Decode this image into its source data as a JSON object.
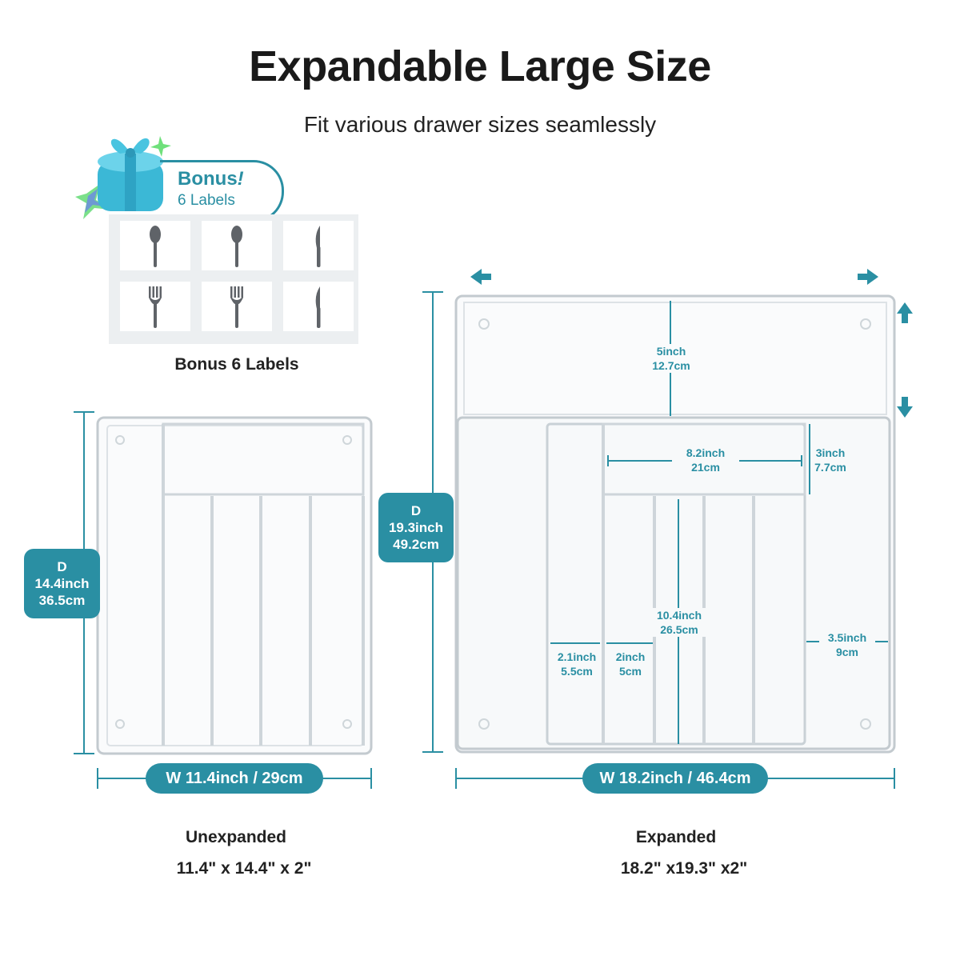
{
  "header": {
    "title": "Expandable Large Size",
    "subtitle": "Fit various drawer sizes seamlessly"
  },
  "bonus": {
    "badge_title": "Bonus",
    "badge_exclaim": "!",
    "badge_sub": "6  Labels",
    "caption": "Bonus 6 Labels",
    "labels": [
      "spoon-icon",
      "spoon-icon",
      "knife-icon",
      "fork-icon",
      "fork-icon",
      "knife-icon"
    ]
  },
  "unexpanded": {
    "depth_label": "D\n14.4inch\n36.5cm",
    "width_label": "W 11.4inch / 29cm",
    "caption": "Unexpanded",
    "dims": "11.4\" x 14.4\" x 2\""
  },
  "expanded": {
    "depth_label": "D\n19.3inch\n49.2cm",
    "width_label": "W 18.2inch / 46.4cm",
    "caption": "Expanded",
    "dims": "18.2\" x19.3\" x2\"",
    "m_5inch": "5inch\n12.7cm",
    "m_8_2": "8.2inch\n21cm",
    "m_3inch": "3inch\n7.7cm",
    "m_10_4": "10.4inch\n26.5cm",
    "m_2_1": "2.1inch\n5.5cm",
    "m_2inch": "2inch\n5cm",
    "m_3_5": "3.5inch\n9cm"
  },
  "colors": {
    "accent": "#2a8fa3",
    "tray": "#c9d1d6"
  }
}
